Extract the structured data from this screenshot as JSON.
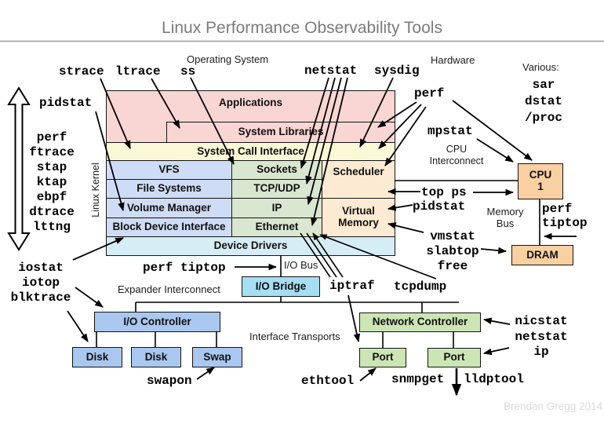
{
  "title": "Linux Performance Observability Tools",
  "watermark": "Brendan Gregg 2014",
  "labels": {
    "operating_system": "Operating System",
    "hardware": "Hardware",
    "various": "Various:",
    "linux_kernel": "Linux Kernel",
    "cpu_interconnect_line1": "CPU",
    "cpu_interconnect_line2": "Interconnect",
    "memory_bus_line1": "Memory",
    "memory_bus_line2": "Bus",
    "io_bus": "I/O Bus",
    "expander_interconnect": "Expander Interconnect",
    "interface_transports": "Interface Transports"
  },
  "boxes": {
    "applications": "Applications",
    "system_libraries": "System Libraries",
    "system_call_interface": "System Call Interface",
    "vfs": "VFS",
    "sockets": "Sockets",
    "file_systems": "File Systems",
    "tcp_udp": "TCP/UDP",
    "volume_manager": "Volume Manager",
    "ip": "IP",
    "block_device_interface": "Block Device Interface",
    "ethernet": "Ethernet",
    "scheduler": "Scheduler",
    "virtual_memory_line1": "Virtual",
    "virtual_memory_line2": "Memory",
    "device_drivers": "Device Drivers",
    "cpu_line1": "CPU",
    "cpu_line2": "1",
    "dram": "DRAM",
    "io_bridge": "I/O Bridge",
    "io_controller": "I/O Controller",
    "disk1": "Disk",
    "disk2": "Disk",
    "swap": "Swap",
    "network_controller": "Network Controller",
    "port1": "Port",
    "port2": "Port"
  },
  "tools": {
    "strace": "strace",
    "ltrace": "ltrace",
    "ss": "ss",
    "netstat_top": "netstat",
    "sysdig": "sysdig",
    "perf_hw": "perf",
    "mpstat": "mpstat",
    "pidstat_upper_left": "pidstat",
    "kernel_tracers": [
      "perf",
      "ftrace",
      "stap",
      "ktap",
      "ebpf",
      "dtrace",
      "lttng"
    ],
    "various_tools": [
      "sar",
      "dstat",
      "/proc"
    ],
    "top_ps": "top ps",
    "pidstat_right": "pidstat",
    "memory_tools": [
      "vmstat",
      "slabtop",
      "free"
    ],
    "perf_tiptop_memory": [
      "perf",
      "tiptop"
    ],
    "disk_tools": [
      "iostat",
      "iotop",
      "blktrace"
    ],
    "perf_tiptop_io": "perf tiptop",
    "iptraf": "iptraf",
    "tcpdump": "tcpdump",
    "swapon": "swapon",
    "ethtool": "ethtool",
    "snmpget": "snmpget",
    "lldptool": "lldptool",
    "nic_tools": [
      "nicstat",
      "netstat",
      "ip"
    ]
  },
  "colors": {
    "app_pink": "#f9d6d3",
    "syscall_yellow": "#fbf8d8",
    "kernel_blue": "#cfdcf5",
    "network_green": "#d9e6d0",
    "cpu_tan": "#fcebd2",
    "drivers_cyan": "#d6edf6",
    "hw_orange": "#f9d0a2",
    "controller_blue": "#a9c7ef",
    "bridge_cyan": "#a6def2",
    "nic_green": "#cbe5b5"
  }
}
